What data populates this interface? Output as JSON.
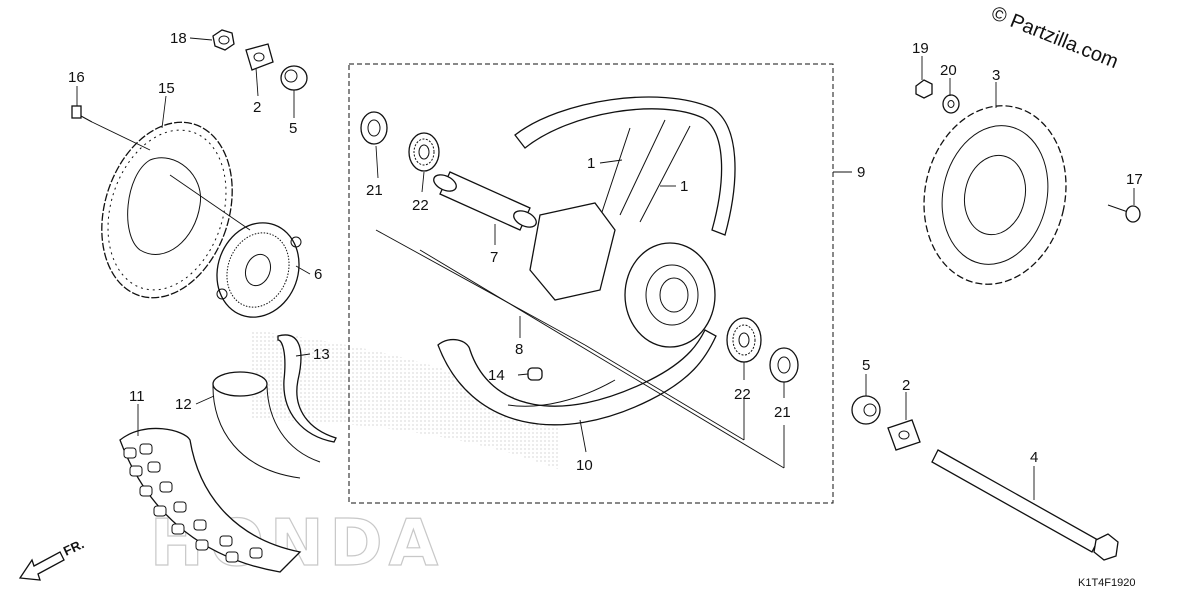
{
  "watermark": "© Partzilla.com",
  "diagram_code": "K1T4F1920",
  "front_indicator": "FR.",
  "background_logo": "HONDA",
  "callouts": {
    "c18": "18",
    "c2_top": "2",
    "c5_top": "5",
    "c16": "16",
    "c15": "15",
    "c6": "6",
    "c13": "13",
    "c12": "12",
    "c11": "11",
    "c21_left": "21",
    "c22_left": "22",
    "c7": "7",
    "c8": "8",
    "c14": "14",
    "c10": "10",
    "c1_a": "1",
    "c1_b": "1",
    "c9": "9",
    "c22_right": "22",
    "c21_right": "21",
    "c19": "19",
    "c20": "20",
    "c3": "3",
    "c17": "17",
    "c5_right": "5",
    "c2_right": "2",
    "c4": "4"
  }
}
